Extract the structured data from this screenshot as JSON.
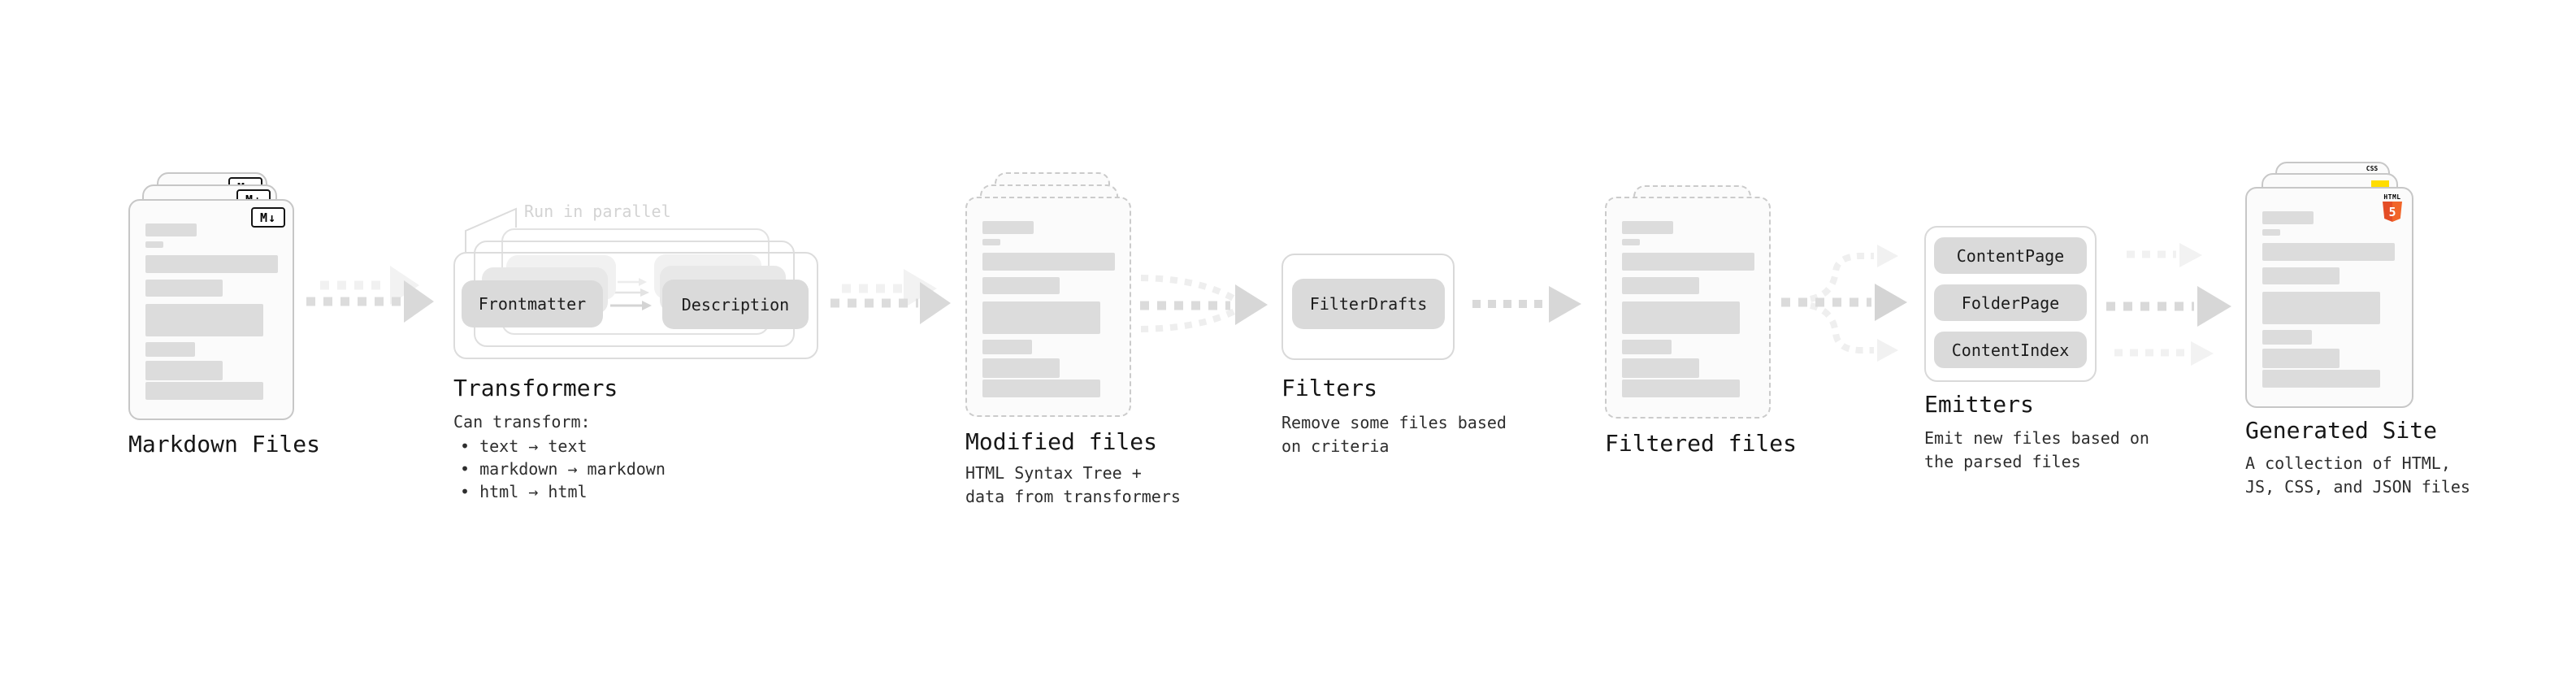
{
  "colors": {
    "doc_fill": "#fbfbfb",
    "doc_border": "#c7c7c7",
    "bar_gray": "#dcdcdc",
    "pill_gray": "#dadada",
    "arrow_gray": "#d9d9d9",
    "arrow_ghost": "#f0f0f0",
    "html5_orange": "#e44d26",
    "js_yellow": "#ffdd00",
    "css_blue": "#2f62f5"
  },
  "stages": {
    "markdown": {
      "title": "Markdown Files",
      "badge": "M↓"
    },
    "transformers": {
      "note": "Run in parallel",
      "pill_left": "Frontmatter",
      "pill_right": "Description",
      "title": "Transformers",
      "caption": "Can transform:",
      "bullets": [
        "text → text",
        "markdown → markdown",
        "html → html"
      ]
    },
    "modified": {
      "title": "Modified files",
      "subtitle": [
        "HTML Syntax Tree +",
        "data from transformers"
      ]
    },
    "filters": {
      "title": "Filters",
      "pill": "FilterDrafts",
      "subtitle": [
        "Remove some files based",
        "on criteria"
      ]
    },
    "filtered": {
      "title": "Filtered files"
    },
    "emitters": {
      "title": "Emitters",
      "pills": [
        "ContentPage",
        "FolderPage",
        "ContentIndex"
      ],
      "subtitle": [
        "Emit new files based on",
        "the parsed files"
      ]
    },
    "generated": {
      "title": "Generated Site",
      "subtitle": [
        "A collection of HTML,",
        "JS, CSS, and JSON files"
      ],
      "badge_css": "CSS",
      "badge_html_label": "HTML",
      "badge_html_number": "5"
    }
  }
}
